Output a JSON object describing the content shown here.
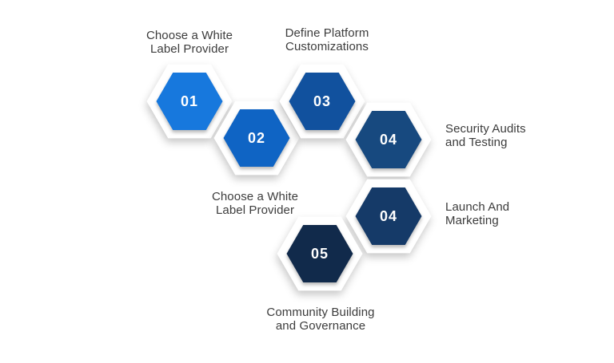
{
  "diagram": {
    "type": "hexagon-process-infographic",
    "background": "#ffffff"
  },
  "steps": [
    {
      "number": "01",
      "label": "Choose a White\nLabel Provider",
      "color": "#1778DD"
    },
    {
      "number": "02",
      "label": "Choose a White\nLabel Provider",
      "color": "#0F64C4"
    },
    {
      "number": "03",
      "label": "Define Platform\nCustomizations",
      "color": "#11519E"
    },
    {
      "number": "04",
      "label": "Security Audits\nand Testing",
      "color": "#17497F"
    },
    {
      "number": "04",
      "label": "Launch And\nMarketing",
      "color": "#153A68"
    },
    {
      "number": "05",
      "label": "Community Building\nand Governance",
      "color": "#112A4B"
    }
  ],
  "colors": {
    "background": "#ffffff",
    "plate": "#ffffff",
    "label_text": "#3c3c3c",
    "number_text": "#ffffff"
  }
}
